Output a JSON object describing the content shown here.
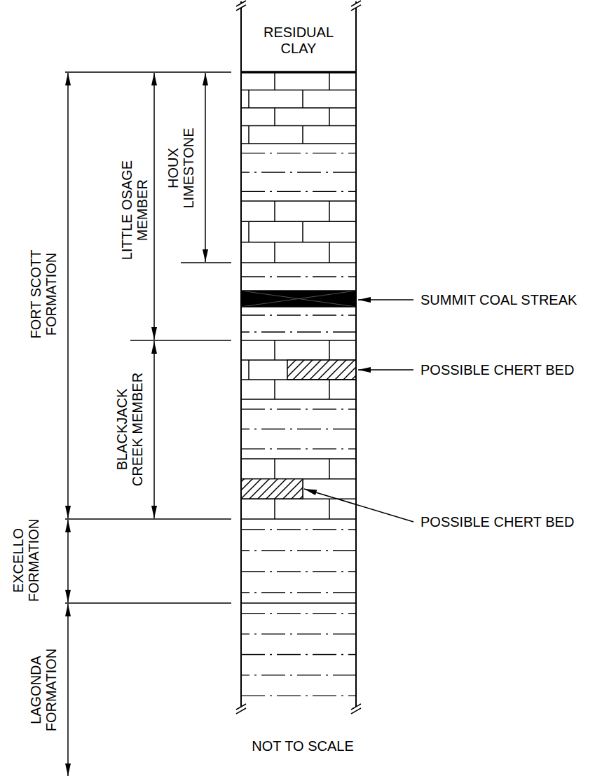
{
  "diagram": {
    "nodes": [
      {
        "text": [
          "RESIDUAL CLAY"
        ]
      }
    ],
    "labels": [
      "FORT SCOTT FORMATION",
      "LITTLE OSAGE MEMBER",
      "HOUX LIMESTONE",
      "BLACKJACK CREEK MEMBER",
      "EXCELLO FORMATION",
      "LAGONDA FORMATION",
      "SUMMIT COAL STREAK",
      "POSSIBLE CHERT BED",
      "POSSIBLE CHERT BED",
      "NOT TO SCALE"
    ]
  }
}
